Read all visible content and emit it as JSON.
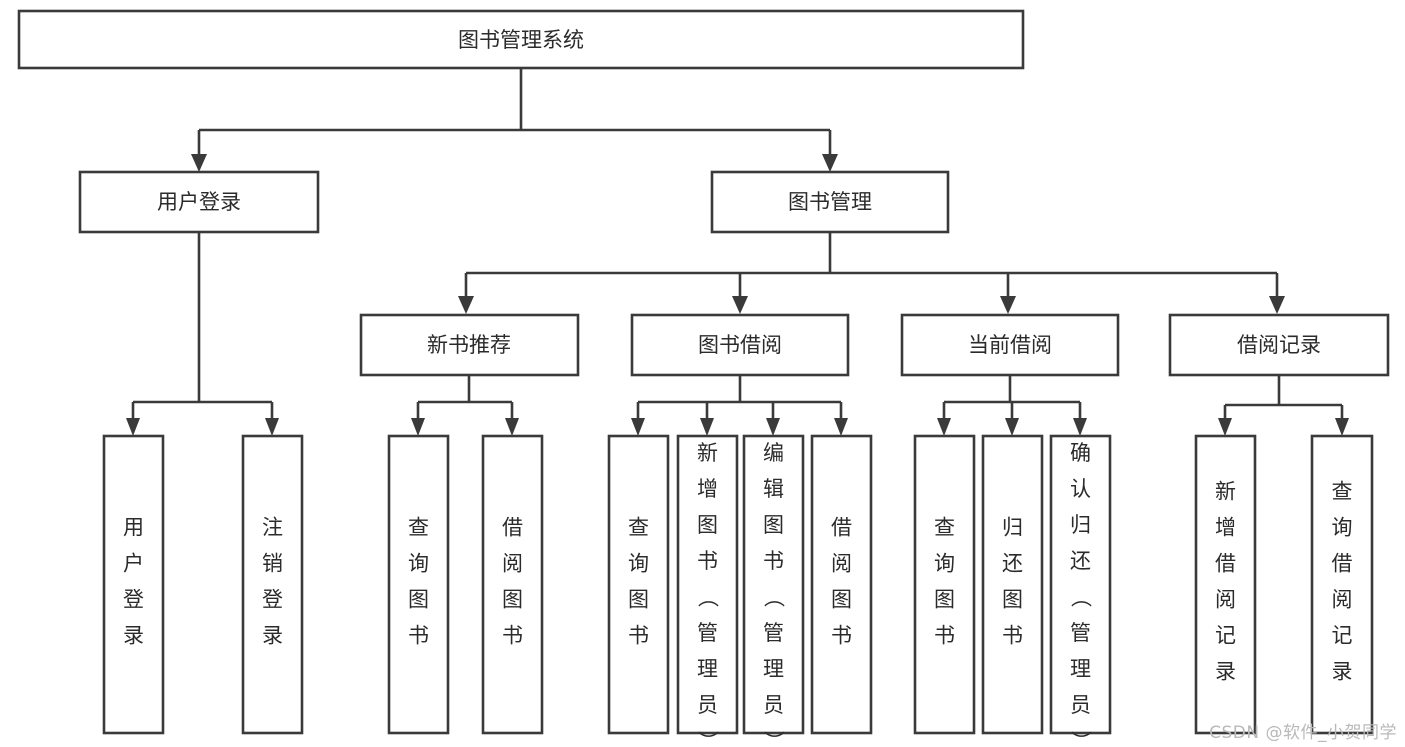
{
  "diagram": {
    "title": "图书管理系统",
    "type": "tree-hierarchy-chart",
    "watermark": "CSDN @软件_小贺同学",
    "colors": {
      "stroke": "#3a3a3a",
      "box_fill": "#ffffff",
      "text": "#2b2b2b",
      "background": "#ffffff",
      "watermark": "#b9b9b9"
    },
    "levels": [
      {
        "level": 1,
        "nodes": [
          {
            "id": "root",
            "label": "图书管理系统"
          }
        ]
      },
      {
        "level": 2,
        "nodes": [
          {
            "id": "login",
            "label": "用户登录",
            "parent": "root"
          },
          {
            "id": "bookmgmt",
            "label": "图书管理",
            "parent": "root"
          }
        ]
      },
      {
        "level": 3,
        "nodes": [
          {
            "id": "newbook",
            "label": "新书推荐",
            "parent": "bookmgmt"
          },
          {
            "id": "borrow",
            "label": "图书借阅",
            "parent": "bookmgmt"
          },
          {
            "id": "current",
            "label": "当前借阅",
            "parent": "bookmgmt"
          },
          {
            "id": "records",
            "label": "借阅记录",
            "parent": "bookmgmt"
          }
        ]
      },
      {
        "level": 4,
        "nodes": [
          {
            "id": "leaf-1",
            "label": "用户登录",
            "parent": "login"
          },
          {
            "id": "leaf-2",
            "label": "注销登录",
            "parent": "login"
          },
          {
            "id": "leaf-3",
            "label": "查询图书",
            "parent": "newbook"
          },
          {
            "id": "leaf-4",
            "label": "借阅图书",
            "parent": "newbook"
          },
          {
            "id": "leaf-5",
            "label": "查询图书",
            "parent": "borrow"
          },
          {
            "id": "leaf-6",
            "label": "新增图书（管理员）",
            "parent": "borrow"
          },
          {
            "id": "leaf-7",
            "label": "编辑图书（管理员）",
            "parent": "borrow"
          },
          {
            "id": "leaf-8",
            "label": "借阅图书",
            "parent": "borrow"
          },
          {
            "id": "leaf-9",
            "label": "查询图书",
            "parent": "current"
          },
          {
            "id": "leaf-10",
            "label": "归还图书",
            "parent": "current"
          },
          {
            "id": "leaf-11",
            "label": "确认归还（管理员）",
            "parent": "current"
          },
          {
            "id": "leaf-12",
            "label": "新增借阅记录",
            "parent": "records"
          },
          {
            "id": "leaf-13",
            "label": "查询借阅记录",
            "parent": "records"
          }
        ]
      }
    ]
  },
  "chart_data": {
    "type": "table",
    "title": "图书管理系统",
    "xlabel": "",
    "ylabel": "",
    "categories": [
      "图书管理系统",
      "用户登录",
      "图书管理",
      "新书推荐",
      "图书借阅",
      "当前借阅",
      "借阅记录"
    ],
    "series": [
      {
        "name": "用户登录",
        "values": [
          "用户登录",
          "注销登录"
        ]
      },
      {
        "name": "新书推荐",
        "values": [
          "查询图书",
          "借阅图书"
        ]
      },
      {
        "name": "图书借阅",
        "values": [
          "查询图书",
          "新增图书（管理员）",
          "编辑图书（管理员）",
          "借阅图书"
        ]
      },
      {
        "name": "当前借阅",
        "values": [
          "查询图书",
          "归还图书",
          "确认归还（管理员）"
        ]
      },
      {
        "name": "借阅记录",
        "values": [
          "新增借阅记录",
          "查询借阅记录"
        ]
      }
    ]
  }
}
